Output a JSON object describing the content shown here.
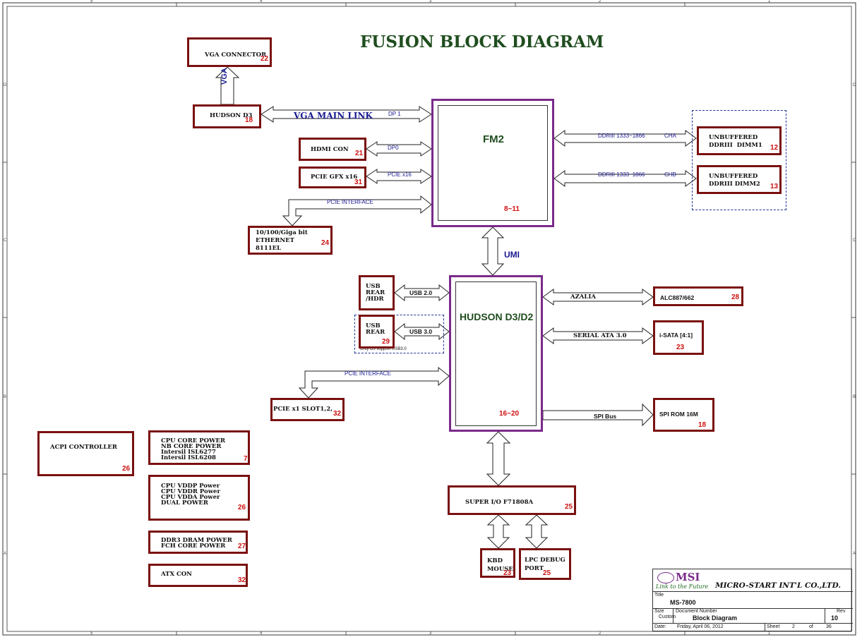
{
  "diagram_title": "FUSION BLOCK DIAGRAM",
  "chips": {
    "fm2": {
      "label": "FM2",
      "page": "8~11"
    },
    "hudson": {
      "label": "HUDSON D3/D2",
      "page": "16~20"
    }
  },
  "blocks": {
    "vga_connector": {
      "label": "VGA CONNECTOR",
      "page": "22"
    },
    "hudson_d3": {
      "label": "HUDSON D3",
      "page": "18"
    },
    "hdmi_con": {
      "label": "HDMI CON",
      "page": "21"
    },
    "pcie_gfx": {
      "label": "PCIE GFX x16",
      "page": "31"
    },
    "ethernet": {
      "label": "10/100/Giga bit\nETHERNET\n8111EL",
      "page": "24"
    },
    "dimm1": {
      "label": "UNBUFFERED\nDDRIII  DIMM1",
      "page": "12"
    },
    "dimm2": {
      "label": "UNBUFFERED\nDDRIII DIMM2",
      "page": "13"
    },
    "usb_rear_hdr": {
      "label": "USB\nREAR\n/HDR"
    },
    "usb_rear": {
      "label": "USB\nREAR",
      "page": "29"
    },
    "alc": {
      "label": "ALC887/662",
      "page": "28"
    },
    "isata": {
      "label": "i-SATA [4:1]",
      "page": "23"
    },
    "pcie_x1": {
      "label": "PCIE x1 SLOT1,2,",
      "page": "32"
    },
    "spi_rom": {
      "label": "SPI ROM 16M",
      "page": "18"
    },
    "acpi": {
      "label": "ACPI CONTROLLER",
      "page": "26"
    },
    "cpu_core_power": {
      "label": "CPU CORE POWER\nNB CORE POWER\nIntersil ISL6277\nIntersil ISL6208",
      "page": "7"
    },
    "cpu_vddp": {
      "label": "CPU VDDP Power\nCPU VDDR Power\nCPU VDDA Power\nDUAL POWER",
      "page": "26"
    },
    "ddr3_power": {
      "label": "DDR3 DRAM POWER\nFCH CORE POWER",
      "page": "27"
    },
    "atx": {
      "label": "ATX CON",
      "page": "32"
    },
    "super_io": {
      "label": "SUPER I/O F71808A",
      "page": "25"
    },
    "kbd": {
      "label": "KBD\nMOUSE",
      "page": "23"
    },
    "lpc": {
      "label": "LPC DEBUG\nPORT",
      "page": "25"
    }
  },
  "links": {
    "vga": "VGA",
    "vga_main_link": "VGA MAIN LINK",
    "dp1": "DP 1",
    "dp0": "DP0",
    "pcie_x16": "PCIE x16",
    "pcie_interface_top": "PCIE INTERFACE",
    "ddr_cha": "DDRIII 1333~1866",
    "cha": "CHA",
    "ddr_chb": "DDRIII 1333~1866",
    "chb": "CHB",
    "umi": "UMI",
    "usb20": "USB 2.0",
    "usb30": "USB 3.0",
    "usb3_note": "Only D3 support USB3.0",
    "azalia": "AZALIA",
    "sata": "SERIAL ATA 3.0",
    "pcie_interface_bottom": "PCIE INTERFACE",
    "spi_bus": "SPI Bus"
  },
  "title_block": {
    "logo": "MSI",
    "tagline": "Link to the Future",
    "company": "MICRO-START INT'L CO.,LTD.",
    "title_label": "Title",
    "title": "MS-7800",
    "size_label": "Size",
    "size": "Custom",
    "doc_label": "Document Number",
    "doc": "Block Diagram",
    "rev_label": "Rev",
    "rev": "10",
    "date_label": "Date:",
    "date": "Friday, April 06, 2012",
    "sheet_label": "Sheet",
    "sheet": "2",
    "of_label": "of",
    "total": "36"
  },
  "border_ticks": {
    "top": [
      "5",
      "4",
      "3",
      "2",
      "1"
    ],
    "side": [
      "D",
      "C",
      "B",
      "A"
    ]
  }
}
